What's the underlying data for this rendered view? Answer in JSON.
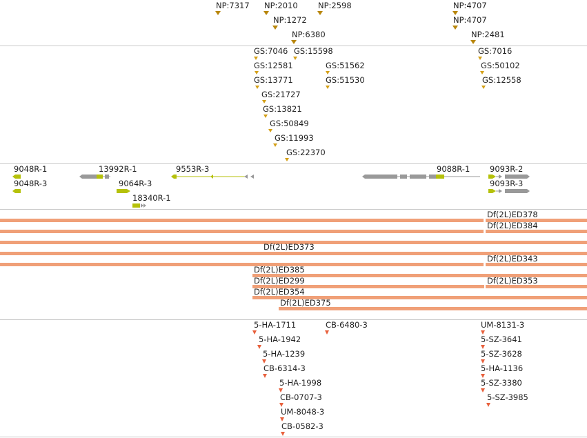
{
  "colors": {
    "np_marker": "#b8860b",
    "gs_marker": "#d4a017",
    "gene_body": "#999999",
    "gene_cds": "#b5c10a",
    "deficiency": "#f0a078",
    "insertion": "#e8603c",
    "separator": "#c8c8c8"
  },
  "np_track": [
    "NP:7317",
    "NP:2010",
    "NP:2598",
    "NP:1272",
    "NP:6380",
    "NP:4707",
    "NP:4707",
    "NP:2481"
  ],
  "gs_track": [
    "GS:7046",
    "GS:15598",
    "GS:12581",
    "GS:51562",
    "GS:13771",
    "GS:51530",
    "GS:21727",
    "GS:13821",
    "GS:50849",
    "GS:11993",
    "GS:22370",
    "GS:7016",
    "GS:50102",
    "GS:12558"
  ],
  "genes": [
    "9048R-1",
    "9048R-3",
    "13992R-1",
    "9064R-3",
    "18340R-1",
    "9553R-3",
    "9088R-1",
    "9093R-2",
    "9093R-3"
  ],
  "deficiencies": [
    "Df(2L)ED378",
    "Df(2L)ED384",
    "Df(2L)ED373",
    "Df(2L)ED343",
    "Df(2L)ED385",
    "Df(2L)ED299",
    "Df(2L)ED353",
    "Df(2L)ED354",
    "Df(2L)ED375"
  ],
  "insertions": [
    "5-HA-1711",
    "CB-6480-3",
    "5-HA-1942",
    "5-HA-1239",
    "CB-6314-3",
    "5-HA-1998",
    "CB-0707-3",
    "UM-8048-3",
    "CB-0582-3",
    "UM-8131-3",
    "5-SZ-3641",
    "5-SZ-3628",
    "5-HA-1136",
    "5-SZ-3380",
    "5-SZ-3985"
  ]
}
